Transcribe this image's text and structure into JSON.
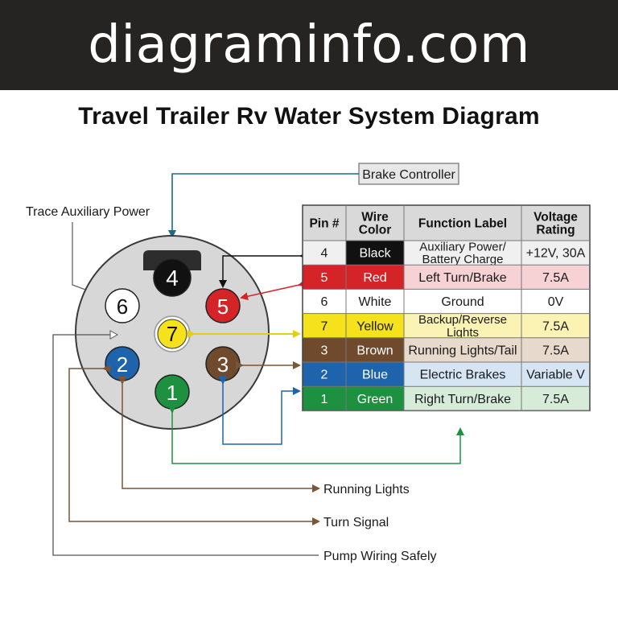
{
  "banner": {
    "site": "diagraminfo.com"
  },
  "title": "Travel Trailer Rv Water System Diagram",
  "labels": {
    "brake_controller": "Brake Controller",
    "trace_aux": "Trace Auxiliary Power",
    "running_lights": "Running Lights",
    "turn_signal": "Turn Signal",
    "pump_wiring": "Pump Wiring Safely"
  },
  "connector": {
    "pins": [
      {
        "num": "4",
        "color": "#111111",
        "text_color": "#ffffff"
      },
      {
        "num": "5",
        "color": "#d42427",
        "text_color": "#ffffff"
      },
      {
        "num": "6",
        "color": "#ffffff",
        "text_color": "#111111"
      },
      {
        "num": "7",
        "color": "#f5e21c",
        "text_color": "#111111"
      },
      {
        "num": "2",
        "color": "#1d64ad",
        "text_color": "#ffffff"
      },
      {
        "num": "3",
        "color": "#6f4a2d",
        "text_color": "#ffffff"
      },
      {
        "num": "1",
        "color": "#1d9140",
        "text_color": "#ffffff"
      }
    ]
  },
  "table": {
    "headers": [
      "Pin #",
      "Wire\nColor",
      "Function Label",
      "Voltage\nRating"
    ],
    "rows": [
      {
        "pin": "4",
        "wire": "Black",
        "function": "Auxiliary Power/\nBattery Charge",
        "voltage": "+12V, 30A",
        "row_bg": "#f0f0f0",
        "wire_bg": "#111111",
        "wire_fg": "#ffffff",
        "pin_fg": "#1a1a1a"
      },
      {
        "pin": "5",
        "wire": "Red",
        "function": "Left Turn/Brake",
        "voltage": "7.5A",
        "row_bg": "#f6d2d4",
        "wire_bg": "#d42427",
        "wire_fg": "#ffffff",
        "pin_bg": "#d42427",
        "pin_fg": "#ffffff"
      },
      {
        "pin": "6",
        "wire": "White",
        "function": "Ground",
        "voltage": "0V",
        "row_bg": "#ffffff",
        "wire_bg": "#ffffff",
        "wire_fg": "#1a1a1a",
        "pin_fg": "#1a1a1a"
      },
      {
        "pin": "7",
        "wire": "Yellow",
        "function": "Backup/Reverse\nLights",
        "voltage": "7.5A",
        "row_bg": "#fbf3b4",
        "wire_bg": "#f5e21c",
        "wire_fg": "#1a1a1a",
        "pin_bg": "#f5e21c",
        "pin_fg": "#1a1a1a"
      },
      {
        "pin": "3",
        "wire": "Brown",
        "function": "Running Lights/Tail",
        "voltage": "7.5A",
        "row_bg": "#e7d9cc",
        "wire_bg": "#6f4a2d",
        "wire_fg": "#ffffff",
        "pin_bg": "#6f4a2d",
        "pin_fg": "#ffffff"
      },
      {
        "pin": "2",
        "wire": "Blue",
        "function": "Electric Brakes",
        "voltage": "Variable V",
        "row_bg": "#d6e5f4",
        "wire_bg": "#1d64ad",
        "wire_fg": "#ffffff",
        "pin_bg": "#1d64ad",
        "pin_fg": "#ffffff"
      },
      {
        "pin": "1",
        "wire": "Green",
        "function": "Right Turn/Brake",
        "voltage": "7.5A",
        "row_bg": "#d6ecd9",
        "wire_bg": "#1d9140",
        "wire_fg": "#ffffff",
        "pin_bg": "#1d9140",
        "pin_fg": "#ffffff"
      }
    ]
  },
  "colors": {
    "teal": "#1c6a84",
    "red": "#d42427",
    "yellow": "#f5e21c",
    "brown": "#7a5536",
    "blue": "#1d64ad",
    "green": "#1d9140",
    "black": "#111111",
    "gray": "#707070"
  }
}
